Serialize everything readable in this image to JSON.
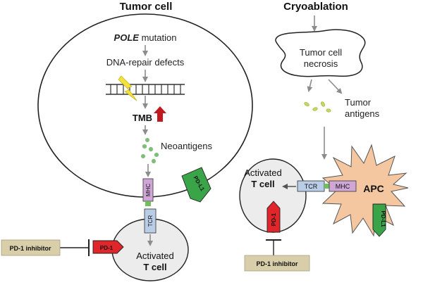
{
  "left": {
    "title": "Tumor cell",
    "pole_italic": "POLE",
    "pole_rest": " mutation",
    "dna_repair": "DNA-repair defects",
    "tmb": "TMB",
    "neoantigens": "Neoantigens",
    "mhc": "MHC",
    "pdl1": "PD-L1",
    "tcr": "TCR",
    "pd1": "PD-1",
    "inhibitor": "PD-1 inhibitor",
    "activated_line1": "Activated",
    "activated_line2": "T cell"
  },
  "right": {
    "title": "Cryoablation",
    "necrosis_line1": "Tumor cell",
    "necrosis_line2": "necrosis",
    "antigens_line1": "Tumor",
    "antigens_line2": "antigens",
    "activated_line1": "Activated",
    "activated_line2": "T cell",
    "tcr": "TCR",
    "mhc": "MHC",
    "apc": "APC",
    "pd1": "PD-1",
    "pdl1": "PD-L1",
    "inhibitor": "PD-1 inhibitor"
  },
  "colors": {
    "arrow": "#8c8c8c",
    "tmb_up": "#c0191f",
    "lightning": "#f3e23c",
    "antigen": "#7ebf78",
    "mhc": "#cfa6d6",
    "tcr": "#b9cde6",
    "pdl1": "#3aa548",
    "pd1": "#e0262a",
    "inhibitor_box": "#d8ceaa",
    "apc": "#f5c7a0",
    "tcell_fill": "#ececec"
  }
}
